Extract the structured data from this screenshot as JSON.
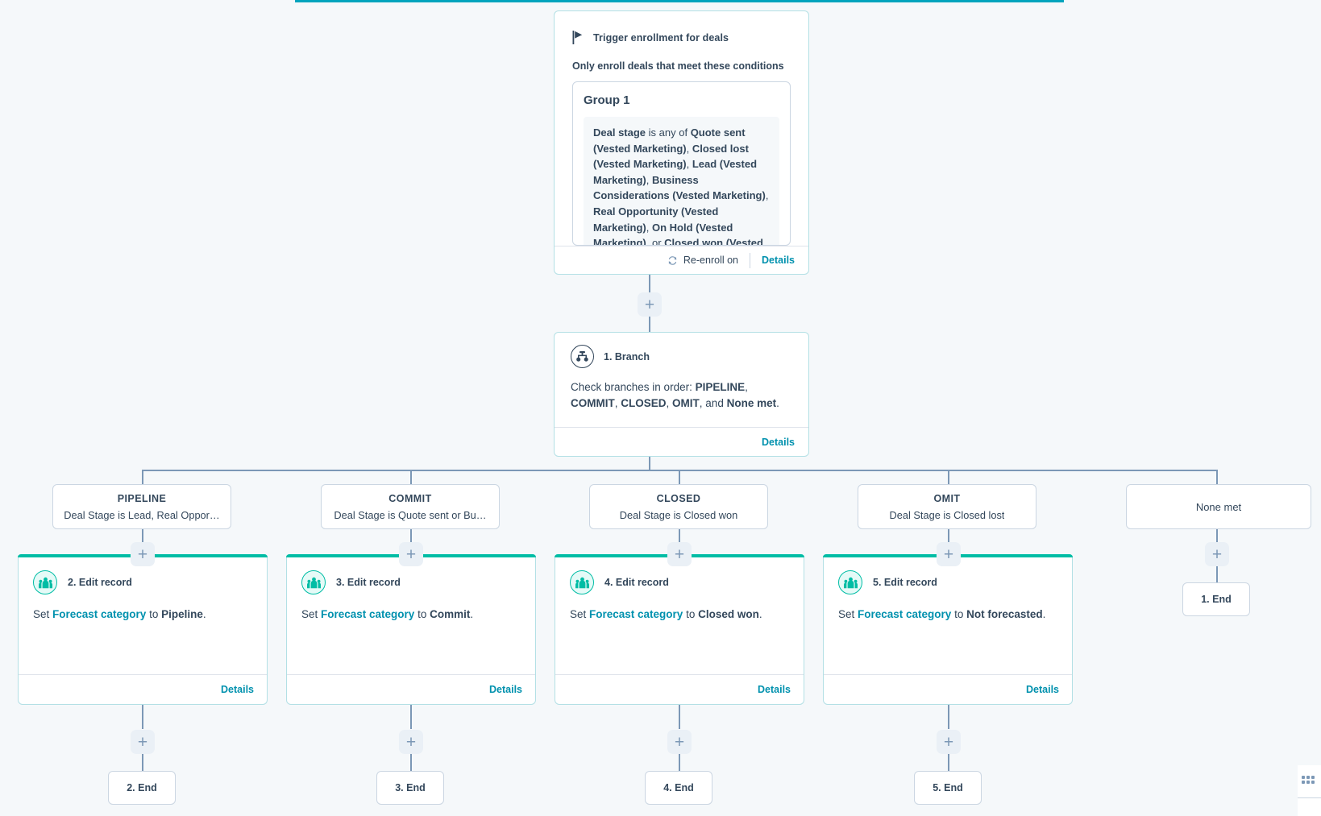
{
  "colors": {
    "accent_teal": "#00a4bd",
    "link_teal": "#0091ae",
    "edit_green": "#00bda5",
    "text_dark": "#33475b",
    "connector": "#7c98b6",
    "canvas_bg": "#f5f8fa"
  },
  "trigger": {
    "icon": "flag-icon",
    "title": "Trigger enrollment for deals",
    "subtitle": "Only enroll deals that meet these conditions",
    "group": {
      "title": "Group 1",
      "condition_parts": [
        {
          "text": "Deal stage",
          "bold": true
        },
        {
          "text": " is any of ",
          "bold": false
        },
        {
          "text": "Quote sent (Vested Marketing)",
          "bold": true
        },
        {
          "text": ", ",
          "bold": false
        },
        {
          "text": "Closed lost (Vested Marketing)",
          "bold": true
        },
        {
          "text": ", ",
          "bold": false
        },
        {
          "text": "Lead (Vested Marketing)",
          "bold": true
        },
        {
          "text": ", ",
          "bold": false
        },
        {
          "text": "Business Considerations (Vested Marketing)",
          "bold": true
        },
        {
          "text": ", ",
          "bold": false
        },
        {
          "text": "Real Opportunity (Vested Marketing)",
          "bold": true
        },
        {
          "text": ", ",
          "bold": false
        },
        {
          "text": "On Hold (Vested Marketing)",
          "bold": true
        },
        {
          "text": ", or ",
          "bold": false
        },
        {
          "text": "Closed won (Vested Marketing)",
          "bold": true
        }
      ]
    },
    "footer": {
      "reenroll_icon": "refresh-icon",
      "reenroll_label": "Re-enroll on",
      "details_label": "Details"
    }
  },
  "branch_step": {
    "icon": "branch-icon",
    "title": "1. Branch",
    "body_parts": [
      {
        "text": "Check branches in order: ",
        "bold": false
      },
      {
        "text": "PIPELINE",
        "bold": true
      },
      {
        "text": ", ",
        "bold": false
      },
      {
        "text": "COMMIT",
        "bold": true
      },
      {
        "text": ", ",
        "bold": false
      },
      {
        "text": "CLOSED",
        "bold": true
      },
      {
        "text": ", ",
        "bold": false
      },
      {
        "text": "OMIT",
        "bold": true
      },
      {
        "text": ", and ",
        "bold": false
      },
      {
        "text": "None met",
        "bold": true
      },
      {
        "text": ".",
        "bold": false
      }
    ],
    "details_label": "Details"
  },
  "branches": [
    {
      "name": "PIPELINE",
      "condition": "Deal Stage is Lead, Real Oppor…"
    },
    {
      "name": "COMMIT",
      "condition": "Deal Stage is Quote sent or Bu…"
    },
    {
      "name": "CLOSED",
      "condition": "Deal Stage is Closed won"
    },
    {
      "name": "OMIT",
      "condition": "Deal Stage is Closed lost"
    },
    {
      "name": "None met",
      "condition": ""
    }
  ],
  "actions": [
    {
      "icon": "edit-record-icon",
      "title": "2. Edit record",
      "prefix": "Set ",
      "property": "Forecast category",
      "middle": " to ",
      "value": "Pipeline",
      "suffix": ".",
      "details_label": "Details"
    },
    {
      "icon": "edit-record-icon",
      "title": "3. Edit record",
      "prefix": "Set ",
      "property": "Forecast category",
      "middle": " to ",
      "value": "Commit",
      "suffix": ".",
      "details_label": "Details"
    },
    {
      "icon": "edit-record-icon",
      "title": "4. Edit record",
      "prefix": "Set ",
      "property": "Forecast category",
      "middle": " to ",
      "value": "Closed won",
      "suffix": ".",
      "details_label": "Details"
    },
    {
      "icon": "edit-record-icon",
      "title": "5. Edit record",
      "prefix": "Set ",
      "property": "Forecast category",
      "middle": " to ",
      "value": "Not forecasted",
      "suffix": ".",
      "details_label": "Details"
    }
  ],
  "end_nodes": [
    {
      "label": "2. End"
    },
    {
      "label": "3. End"
    },
    {
      "label": "4. End"
    },
    {
      "label": "5. End"
    },
    {
      "label": "1. End"
    }
  ],
  "add_buttons": {
    "glyph": "+"
  }
}
